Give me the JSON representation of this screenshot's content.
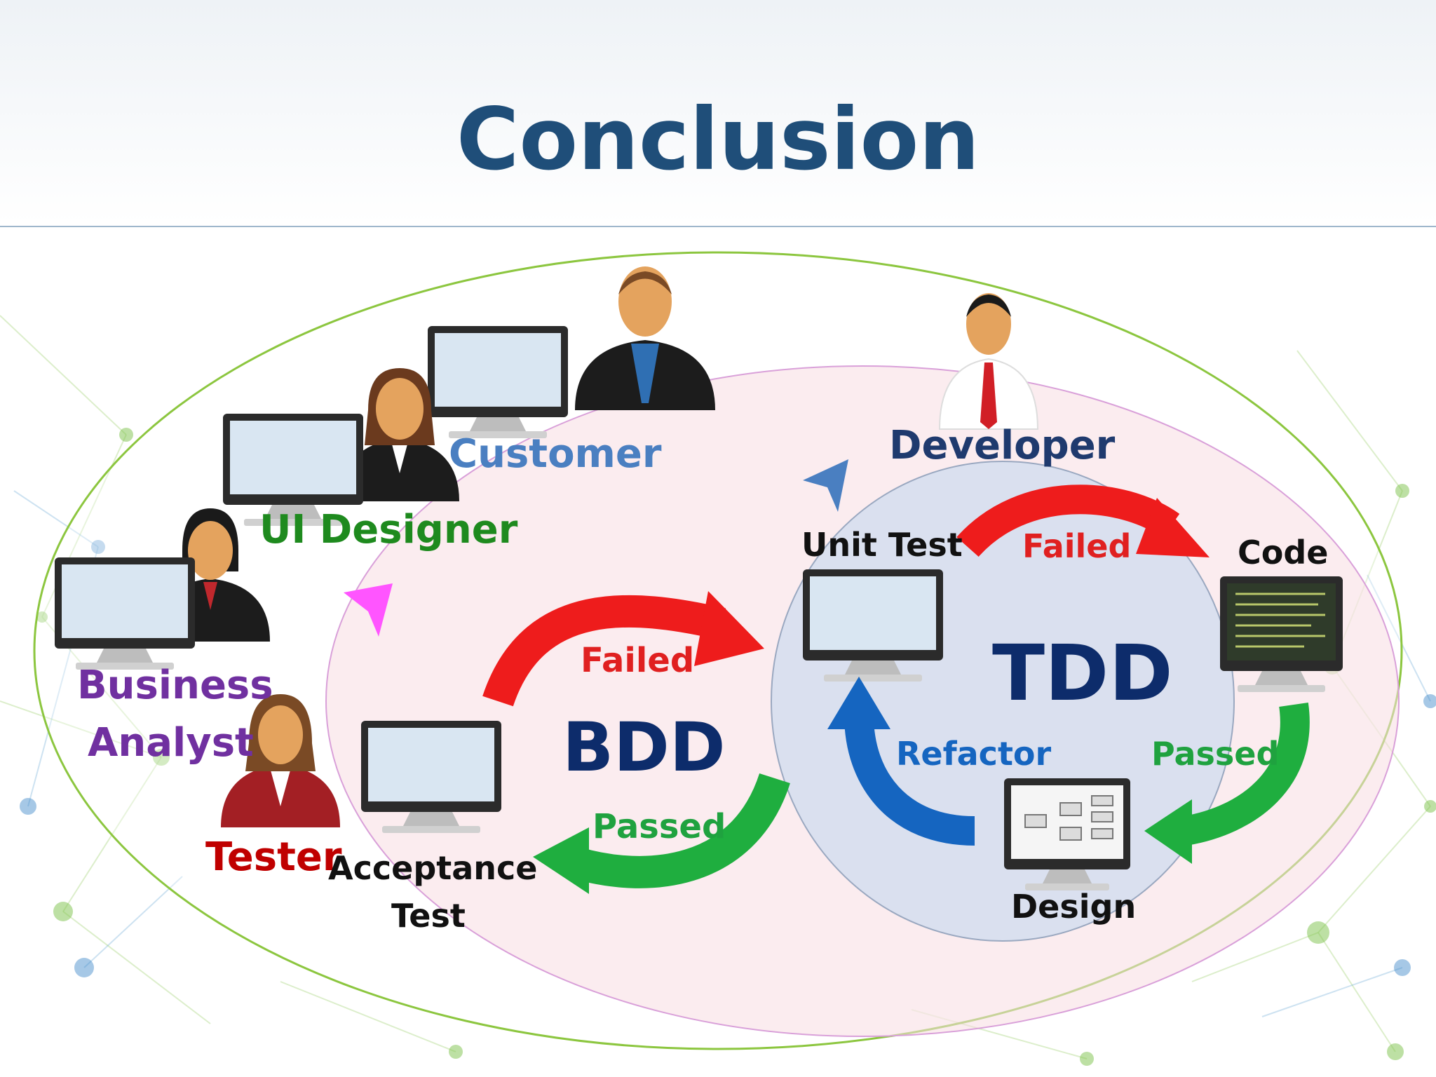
{
  "title": "Conclusion",
  "roles": {
    "customer": "Customer",
    "ui_designer": "UI Designer",
    "business_analyst_line1": "Business",
    "business_analyst_line2": "Analyst",
    "tester": "Tester",
    "developer": "Developer"
  },
  "bdd": {
    "label": "BDD",
    "failed": "Failed",
    "passed": "Passed",
    "acceptance_test_line1": "Acceptance",
    "acceptance_test_line2": "Test"
  },
  "tdd": {
    "label": "TDD",
    "unit_test": "Unit Test",
    "code": "Code",
    "design": "Design",
    "failed": "Failed",
    "passed": "Passed",
    "refactor": "Refactor"
  },
  "colors": {
    "title": "#1f4e79",
    "customer": "#4a7fc1",
    "ui_designer": "#1e8a1e",
    "business_analyst": "#7030a0",
    "tester": "#c00000",
    "developer": "#1f3a6e",
    "bdd_tdd": "#0d2c6b",
    "failed": "#e02020",
    "passed": "#1fa23f",
    "refactor": "#1565c0"
  }
}
